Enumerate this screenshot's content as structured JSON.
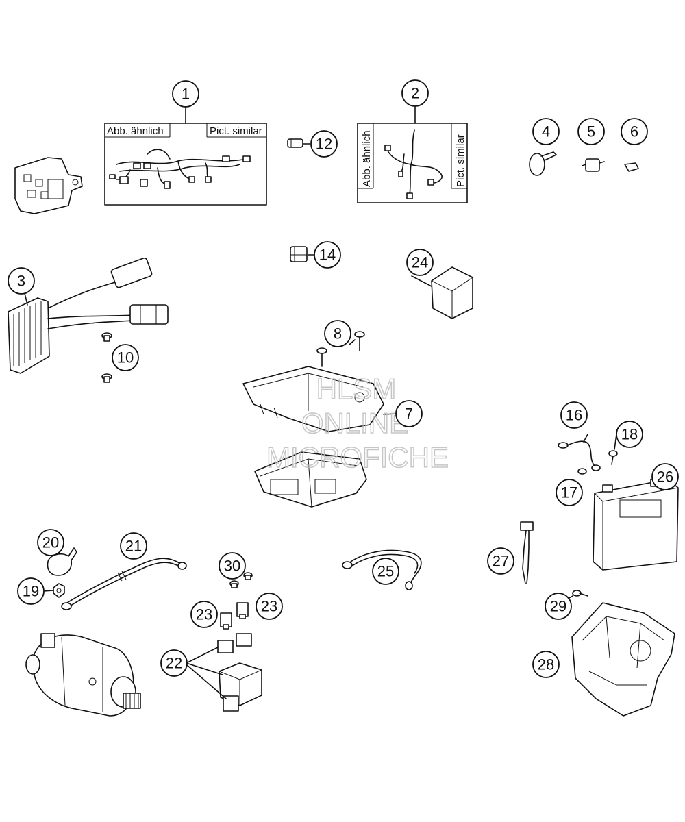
{
  "callouts": [
    "1",
    "2",
    "3",
    "4",
    "5",
    "6",
    "7",
    "8",
    "10",
    "12",
    "14",
    "16",
    "17",
    "18",
    "19",
    "20",
    "21",
    "22",
    "23",
    "23",
    "24",
    "25",
    "26",
    "27",
    "28",
    "29",
    "30"
  ],
  "boxes": {
    "box1": {
      "left_label": "Abb. ähnlich",
      "right_label": "Pict. similar"
    },
    "box2": {
      "left_label": "Abb. ähnlich",
      "right_label": "Pict. similar"
    }
  },
  "watermark": {
    "line1": "HLSM",
    "line2": "ONLINE",
    "line3": "MICROFICHE"
  }
}
